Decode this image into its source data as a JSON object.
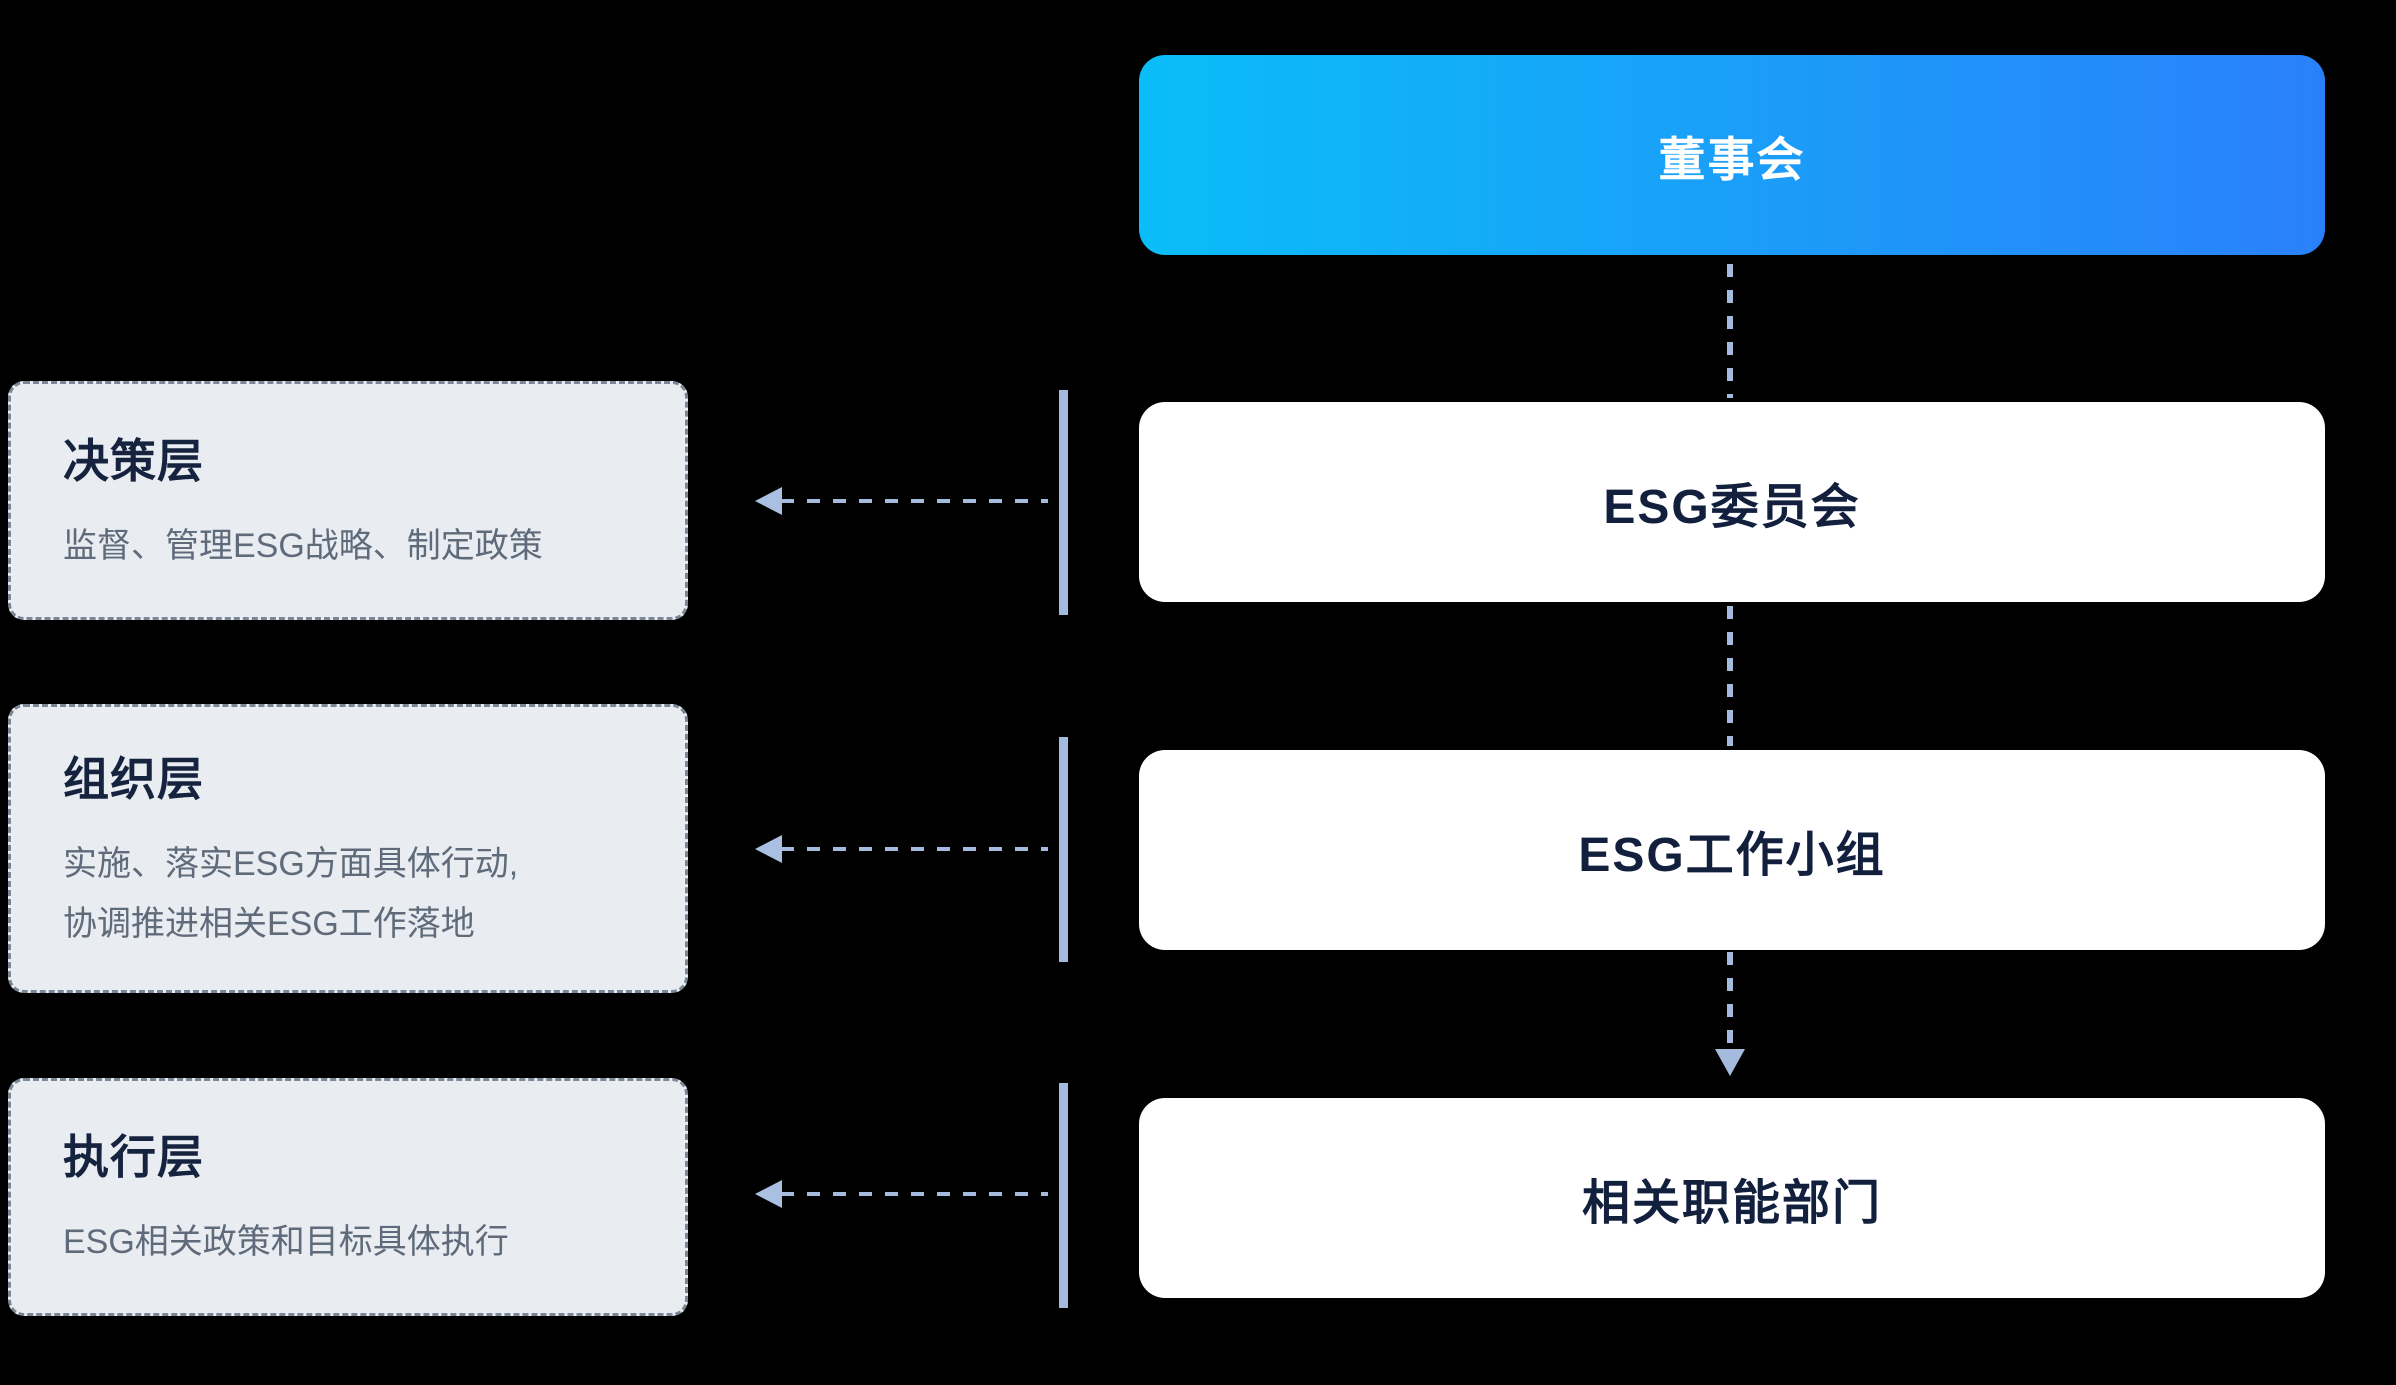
{
  "diagram": {
    "board": {
      "label": "董事会"
    },
    "nodes": [
      {
        "label": "ESG委员会"
      },
      {
        "label": "ESG工作小组"
      },
      {
        "label": "相关职能部门"
      }
    ],
    "layers": [
      {
        "title": "决策层",
        "desc": "监督、管理ESG战略、制定政策"
      },
      {
        "title": "组织层",
        "desc": "实施、落实ESG方面具体行动,\n协调推进相关ESG工作落地"
      },
      {
        "title": "执行层",
        "desc": "ESG相关政策和目标具体执行"
      }
    ],
    "colors": {
      "background": "#000000",
      "board_gradient_start": "#0abdf8",
      "board_gradient_end": "#2a80fa",
      "node_text": "#121f3d",
      "connector": "#a4bbde",
      "bracket_bar": "#a3bade",
      "card_bg": "#e9edf2",
      "card_border": "#7b8696",
      "card_title": "#16233f",
      "card_desc": "#5f6b7a"
    }
  }
}
